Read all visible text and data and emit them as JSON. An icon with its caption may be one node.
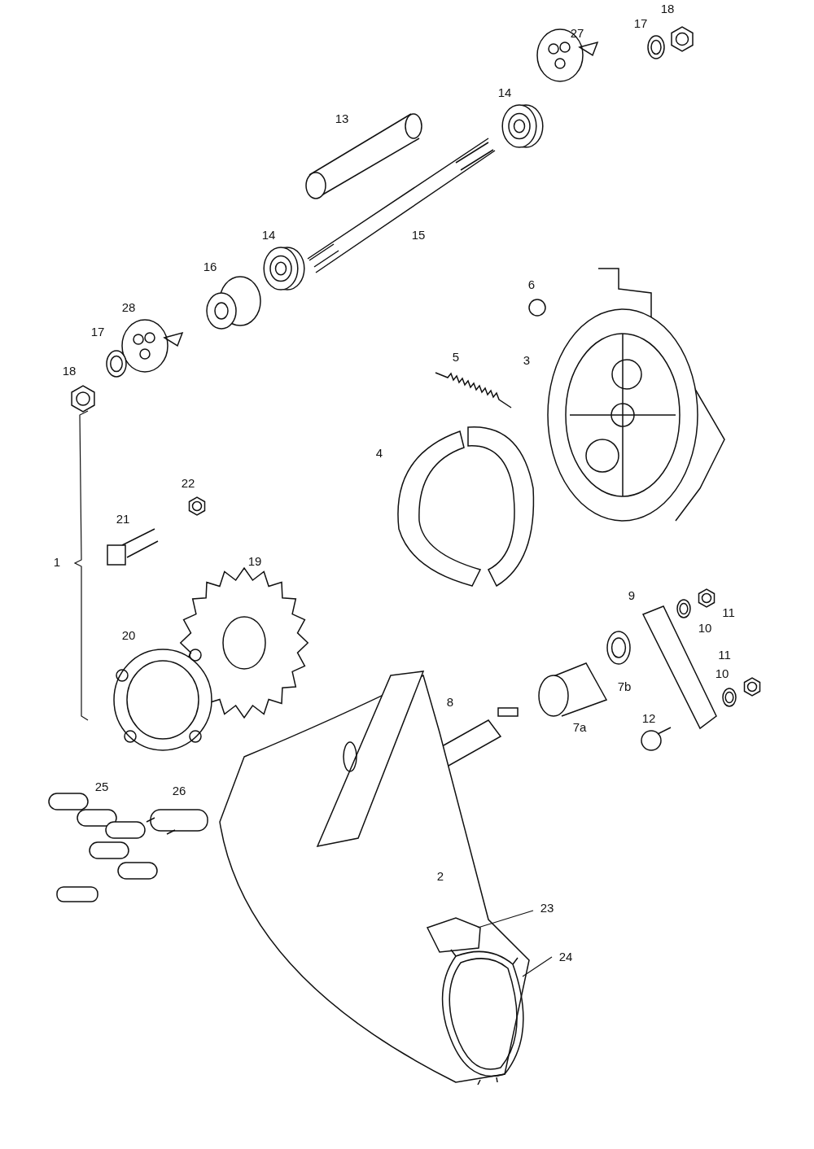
{
  "diagram": {
    "nodes": [
      {
        "text": [
          "23"
        ]
      },
      {
        "text": [
          "24"
        ]
      },
      {
        "text": [],
        "shape": "picture"
      },
      {
        "text": [],
        "shape": "picture"
      }
    ],
    "edges": [
      {
        "from": 0,
        "to": 2,
        "arrow": "none"
      },
      {
        "from": 1,
        "to": 3,
        "arrow": "none"
      }
    ],
    "labels": [
      "18",
      "17",
      "27",
      "14",
      "13",
      "14",
      "15",
      "16",
      "6",
      "28",
      "17",
      "5",
      "3",
      "18",
      "4",
      "22",
      "21",
      "19",
      "1",
      "9",
      "11",
      "10",
      "20",
      "11",
      "10",
      "7b",
      "8",
      "7a",
      "12",
      "25",
      "26",
      "2"
    ]
  }
}
